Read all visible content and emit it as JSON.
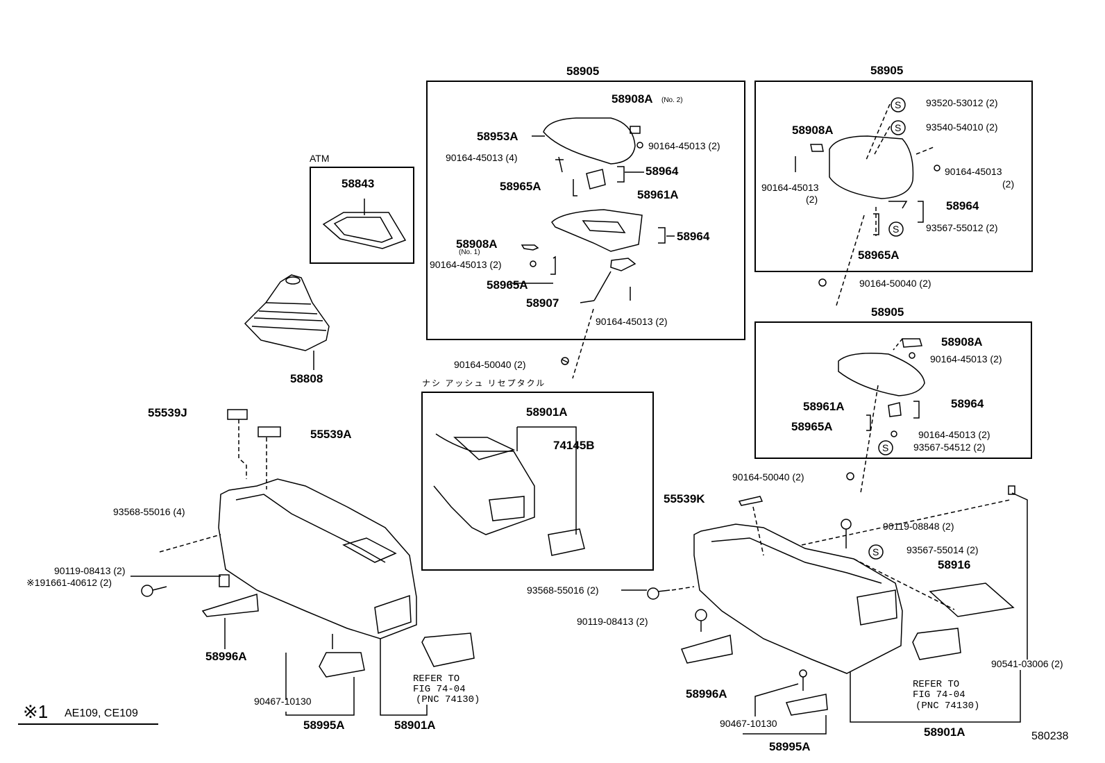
{
  "diagram_id": "580238",
  "footnote": {
    "mark": "※1",
    "text": "AE109, CE109"
  },
  "groups": {
    "atm": {
      "title": "ATM",
      "part": "58843"
    },
    "top_center": {
      "title": "58905",
      "parts": [
        "58908A",
        "(No. 2)",
        "58953A",
        "90164-45013 (2)",
        "90164-45013 (4)",
        "58964",
        "58965A",
        "58961A",
        "58908A",
        "(No. 1)",
        "58964",
        "90164-45013 (2)",
        "58965A",
        "58907",
        "90164-45013 (2)"
      ]
    },
    "top_right": {
      "title": "58905",
      "parts": [
        "93520-53012 (2)",
        "93540-54010 (2)",
        "58908A",
        "90164-45013",
        "(2)",
        "90164-45013",
        "(2)",
        "58964",
        "93567-55012 (2)",
        "58965A"
      ]
    },
    "mid_right": {
      "title": "58905",
      "parts": [
        "58908A",
        "90164-45013 (2)",
        "58961A",
        "58964",
        "58965A",
        "90164-45013 (2)",
        "93567-54512 (2)"
      ]
    },
    "nashi": {
      "title": "ナシ アッシュ リセプタクル",
      "parts": [
        "58901A",
        "74145B"
      ]
    }
  },
  "loose": {
    "boot": "58808",
    "left_console": [
      "55539J",
      "55539A",
      "93568-55016 (4)",
      "90119-08413 (2)",
      "※191661-40612 (2)",
      "58996A",
      "90467-10130",
      "58995A",
      "58901A"
    ],
    "refer_left": [
      "REFER TO",
      "FIG 74-04",
      "(PNC 74130)"
    ],
    "center": [
      "90164-50040 (2)",
      "90164-50040 (2)",
      "90164-50040 (2)"
    ],
    "right_console": [
      "55539K",
      "90119-08848 (2)",
      "93567-55014 (2)",
      "58916",
      "93568-55016 (2)",
      "90119-08413 (2)",
      "58996A",
      "90541-03006 (2)",
      "90467-10130",
      "58995A",
      "58901A"
    ],
    "refer_right": [
      "REFER TO",
      "FIG 74-04",
      "(PNC 74130)"
    ]
  },
  "icons": {
    "screw_symbol": "S"
  }
}
